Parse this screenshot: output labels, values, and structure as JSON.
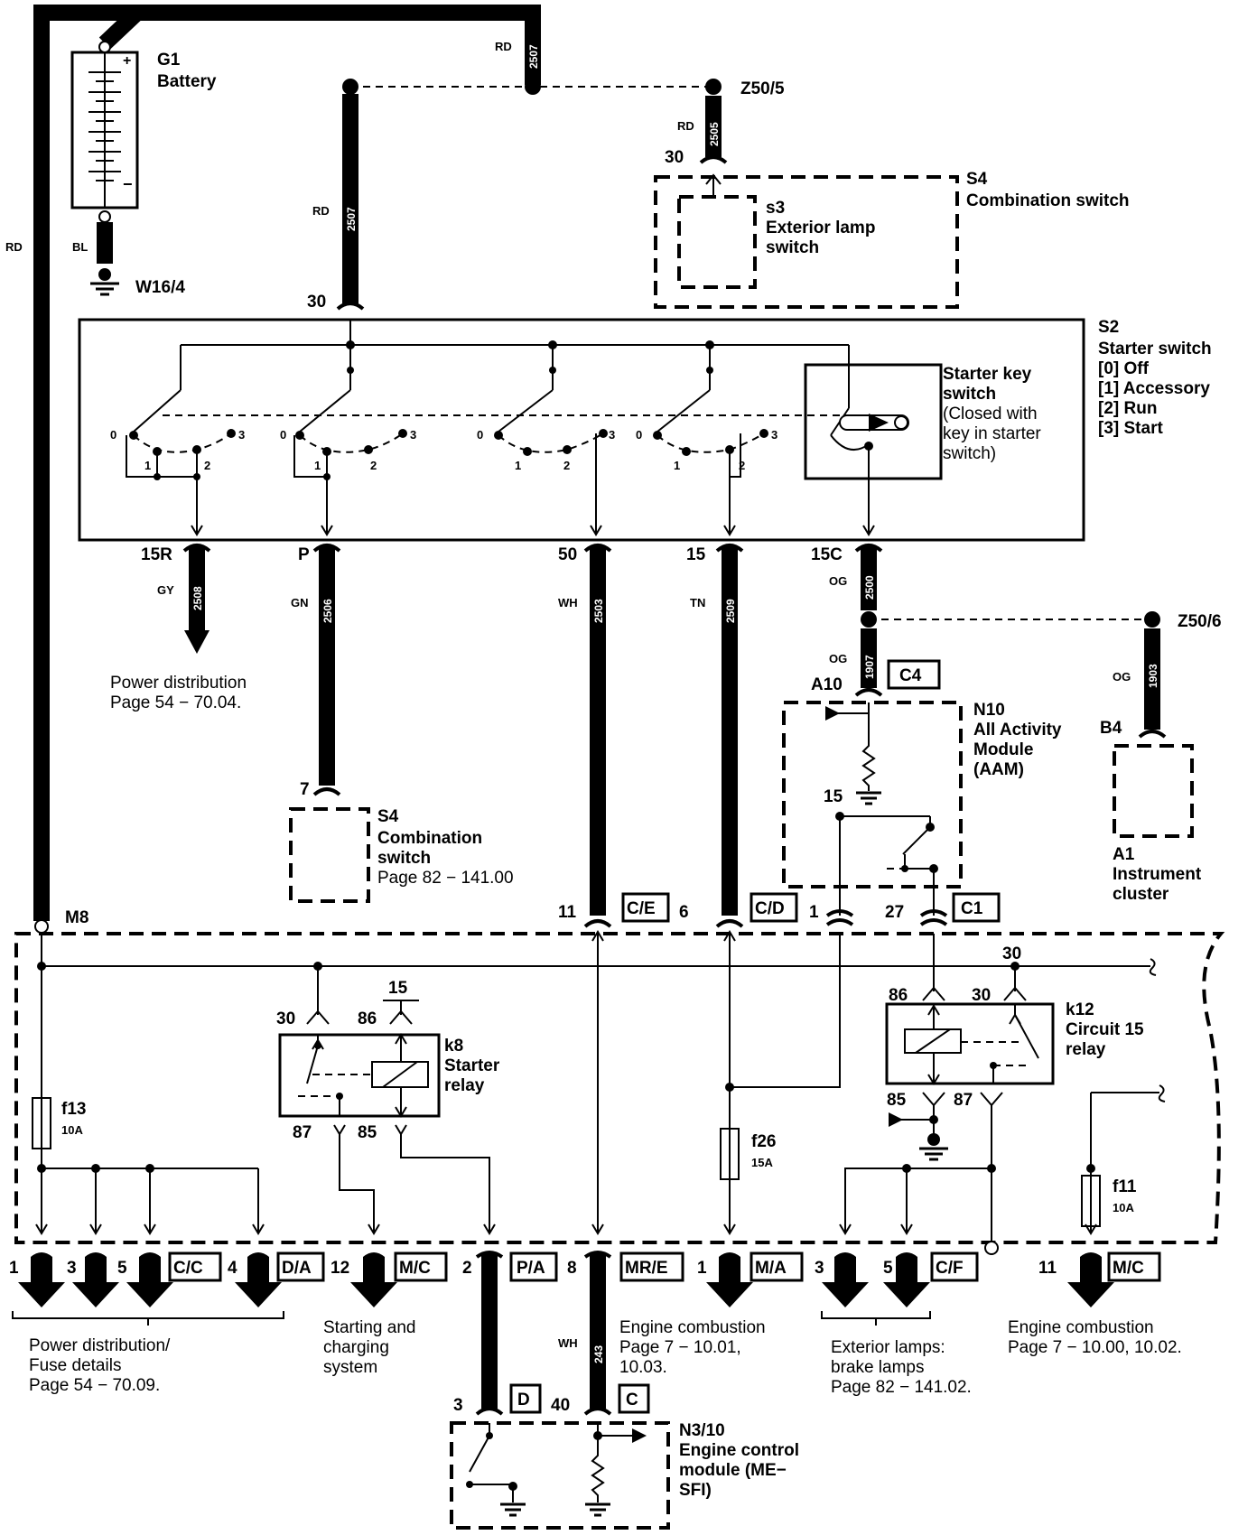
{
  "components": {
    "battery": {
      "id": "G1",
      "name": "Battery"
    },
    "ground_w16": "W16/4",
    "z50_5": "Z50/5",
    "z50_6": "Z50/6",
    "s4_top": {
      "id": "S4",
      "name": "Combination switch"
    },
    "s3": {
      "id": "s3",
      "name_line1": "Exterior lamp",
      "name_line2": "switch"
    },
    "s2": {
      "id": "S2",
      "name": "Starter switch",
      "pos0": "[0]  Off",
      "pos1": "[1]  Accessory",
      "pos2": "[2]  Run",
      "pos3": "[3]  Start"
    },
    "starter_key": {
      "line1": "Starter key",
      "line2": "switch",
      "line3": "(Closed with",
      "line4": "key in starter",
      "line5": "switch)"
    },
    "n10": {
      "id": "N10",
      "line1": "All Activity",
      "line2": "Module",
      "line3": "(AAM)"
    },
    "a1": {
      "id": "A1",
      "line1": "Instrument",
      "line2": "cluster"
    },
    "s4_bottom": {
      "id": "S4",
      "line1": "Combination",
      "line2": "switch",
      "page": "Page 82 − 141.00"
    },
    "m8": "M8",
    "k8": {
      "id": "k8",
      "line1": "Starter",
      "line2": "relay"
    },
    "k12": {
      "id": "k12",
      "line1": "Circuit 15",
      "line2": "relay"
    },
    "f13": {
      "id": "f13",
      "rating": "10A"
    },
    "f26": {
      "id": "f26",
      "rating": "15A"
    },
    "f11": {
      "id": "f11",
      "rating": "10A"
    },
    "n3_10": {
      "id": "N3/10",
      "line1": "Engine control",
      "line2": "module (ME−",
      "line3": "SFI)"
    }
  },
  "wires": {
    "w2507_top": {
      "color": "RD",
      "num": "2507"
    },
    "w2505": {
      "color": "RD",
      "num": "2505"
    },
    "w2507": {
      "color": "RD",
      "num": "2507"
    },
    "w_rd_left": {
      "color": "RD"
    },
    "w_bl": {
      "color": "BL"
    },
    "w2508": {
      "color": "GY",
      "num": "2508"
    },
    "w2506": {
      "color": "GN",
      "num": "2506"
    },
    "w2503": {
      "color": "WH",
      "num": "2503"
    },
    "w2509": {
      "color": "TN",
      "num": "2509"
    },
    "w2500": {
      "color": "OG",
      "num": "2500"
    },
    "w1907": {
      "color": "OG",
      "num": "1907"
    },
    "w1903": {
      "color": "OG",
      "num": "1903"
    },
    "w243": {
      "color": "WH",
      "num": "243"
    }
  },
  "pins": {
    "s4_30": "30",
    "s2_30": "30",
    "p15r": "15R",
    "pP": "P",
    "p50": "50",
    "p15": "15",
    "p15c": "15C",
    "a10": "A10",
    "c4": "C4",
    "b4": "B4",
    "n10_15": "15",
    "s4b_7": "7",
    "m8_11": "11",
    "ce": "C/E",
    "m8_6": "6",
    "cd": "C/D",
    "m8_1": "1",
    "m8_27": "27",
    "c1": "C1",
    "k8_30": "30",
    "k8_86": "86",
    "k8_15": "15",
    "k8_87": "87",
    "k8_85": "85",
    "k12_86": "86",
    "k12_30a": "30",
    "k12_30b": "30",
    "k12_85": "85",
    "k12_87": "87",
    "sw0": "0",
    "sw1": "1",
    "sw2": "2",
    "sw3": "3"
  },
  "outputs": [
    {
      "pin": "1"
    },
    {
      "pin": "3"
    },
    {
      "pin": "5",
      "conn": "C/C"
    },
    {
      "pin": "4",
      "conn": "D/A"
    },
    {
      "pin": "12",
      "conn": "M/C"
    },
    {
      "pin": "2",
      "conn": "P/A"
    },
    {
      "pin": "8",
      "conn": "MR/E"
    },
    {
      "pin": "1",
      "conn": "M/A"
    },
    {
      "pin": "3"
    },
    {
      "pin": "5",
      "conn": "C/F"
    },
    {
      "pin": "11",
      "conn": "M/C"
    }
  ],
  "ecm_pins": {
    "p3": "3",
    "d": "D",
    "p40": "40",
    "c": "C"
  },
  "refs": {
    "power_dist": {
      "line1": "Power distribution",
      "line2": "Page 54 − 70.04."
    },
    "fuse_details": {
      "line1": "Power distribution/",
      "line2": "Fuse details",
      "line3": "Page 54 − 70.09."
    },
    "starting": {
      "line1": "Starting and",
      "line2": "charging",
      "line3": "system"
    },
    "engine1": {
      "line1": "Engine combustion",
      "line2": "Page 7 − 10.01,",
      "line3": "10.03."
    },
    "exterior": {
      "line1": "Exterior lamps:",
      "line2": "brake lamps",
      "line3": "Page 82 − 141.02."
    },
    "engine2": {
      "line1": "Engine combustion",
      "line2": "Page 7 − 10.00, 10.02."
    }
  }
}
